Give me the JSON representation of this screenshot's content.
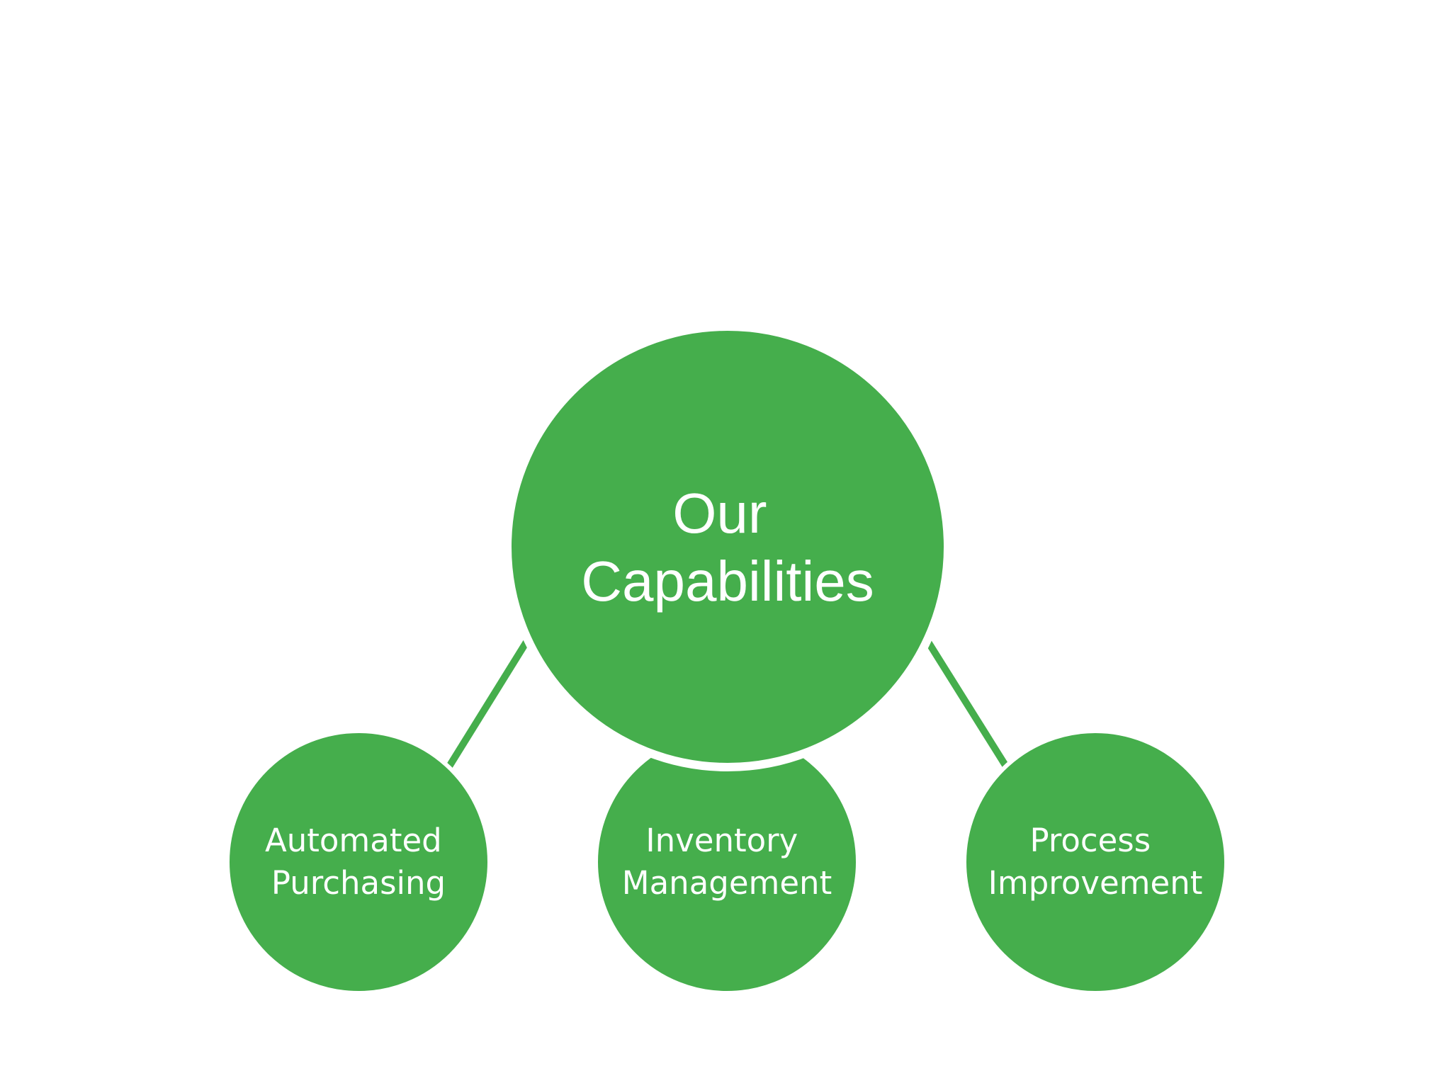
{
  "diagram": {
    "colors": {
      "node_fill": "#45ae4c",
      "connector": "#45ae4c",
      "text": "#ffffff",
      "background": "#ffffff"
    },
    "center": {
      "lines": [
        "Our",
        "Capabilities"
      ]
    },
    "children": [
      {
        "lines": [
          "Automated",
          "Purchasing"
        ]
      },
      {
        "lines": [
          "Inventory",
          "Management"
        ]
      },
      {
        "lines": [
          "Process",
          "Improvement"
        ]
      }
    ]
  }
}
